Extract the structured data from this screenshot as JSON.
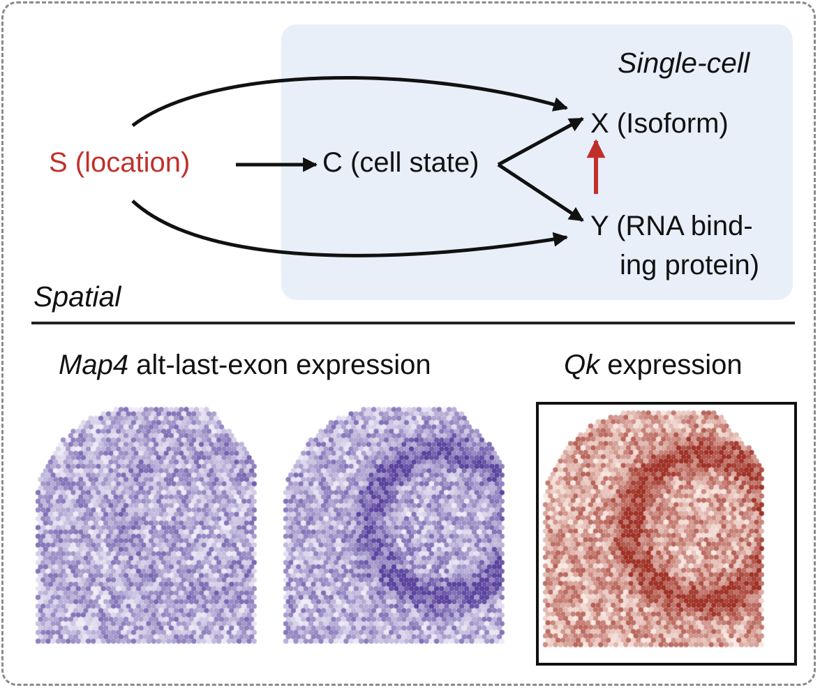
{
  "diagram": {
    "single_cell_label": "Single-cell",
    "spatial_label": "Spatial",
    "nodes": {
      "s": "S (location)",
      "c": "C (cell state)",
      "x": "X (Isoform)",
      "y_line1": "Y (RNA bind-",
      "y_line2": "ing protein)"
    }
  },
  "panels": {
    "map4": {
      "gene": "Map4",
      "rest": " alt-last-exon expression"
    },
    "qk": {
      "gene": "Qk",
      "rest": " expression"
    }
  },
  "colors": {
    "location_red": "#c0302b",
    "single_cell_bg": "#e8eff9",
    "map4_palette": "purple",
    "qk_palette": "red",
    "frame_gray": "#8a8a8a"
  }
}
